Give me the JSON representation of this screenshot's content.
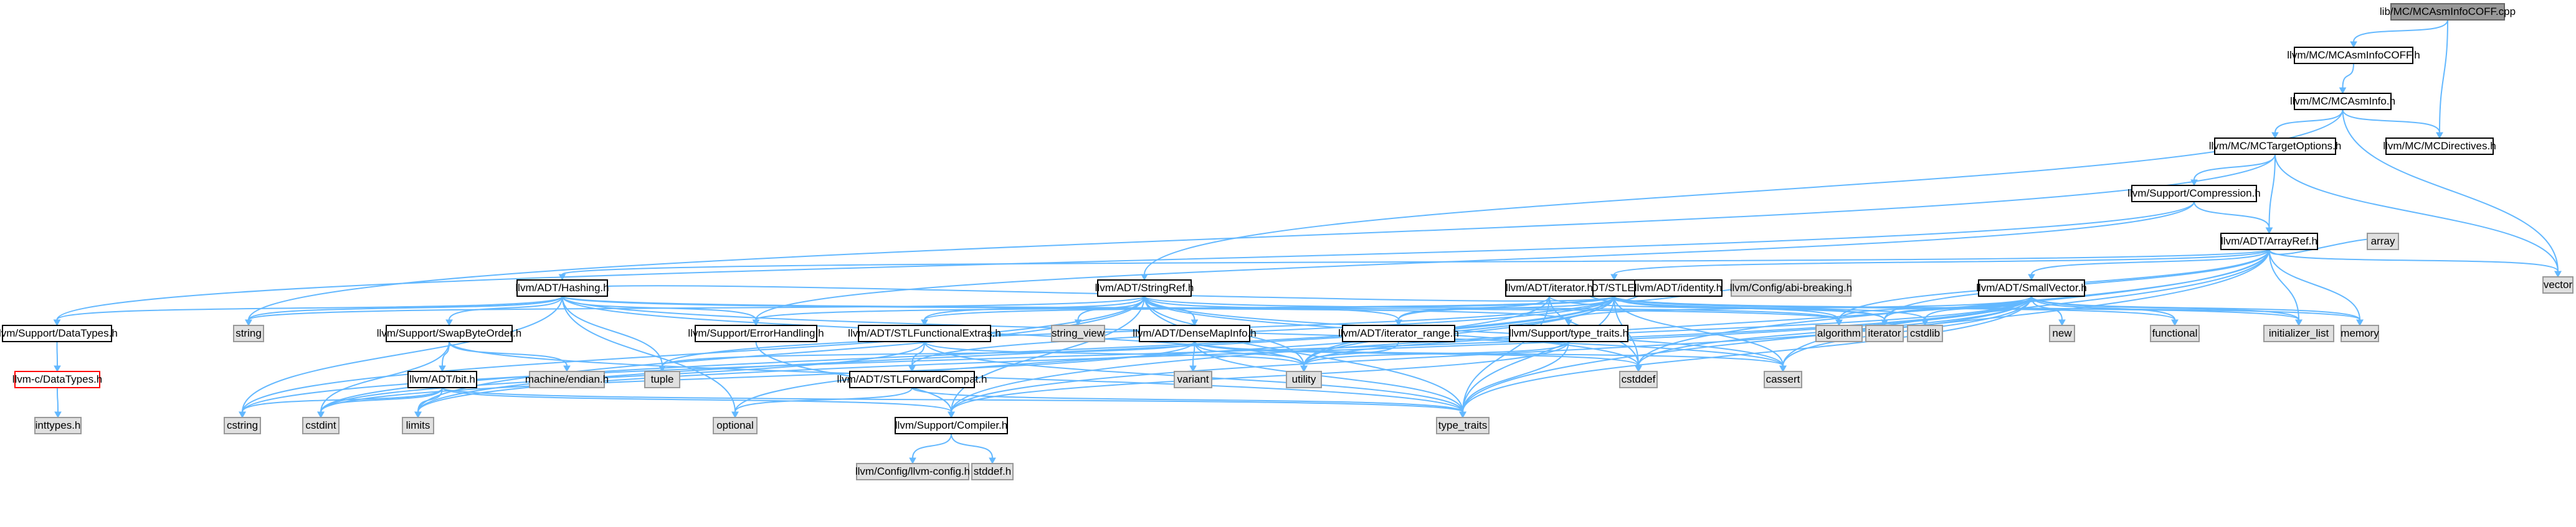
{
  "colors": {
    "root_fill": "#999999",
    "root_stroke": "#666666",
    "internal_fill": "#ffffff",
    "internal_stroke": "#000000",
    "system_fill": "#e0e0e0",
    "system_stroke": "#999999",
    "error_fill": "#ffffff",
    "error_stroke": "#ff0000",
    "edge": "#63b8ff",
    "text": "#000000"
  },
  "nodes": [
    {
      "id": "root",
      "label": "lib/MC/MCAsmInfoCOFF.cpp",
      "kind": "root"
    },
    {
      "id": "mcasminfocoff_h",
      "label": "llvm/MC/MCAsmInfoCOFF.h",
      "kind": "internal"
    },
    {
      "id": "mcasminfo_h",
      "label": "llvm/MC/MCAsmInfo.h",
      "kind": "internal"
    },
    {
      "id": "mctargetoptions_h",
      "label": "llvm/MC/MCTargetOptions.h",
      "kind": "internal"
    },
    {
      "id": "mcdirectives_h",
      "label": "llvm/MC/MCDirectives.h",
      "kind": "internal"
    },
    {
      "id": "compression_h",
      "label": "llvm/Support/Compression.h",
      "kind": "internal"
    },
    {
      "id": "arrayref_h",
      "label": "llvm/ADT/ArrayRef.h",
      "kind": "internal"
    },
    {
      "id": "stlextras_h",
      "label": "llvm/ADT/STLExtras.h",
      "kind": "internal"
    },
    {
      "id": "hashing_h",
      "label": "llvm/ADT/Hashing.h",
      "kind": "internal"
    },
    {
      "id": "stringref_h",
      "label": "llvm/ADT/StringRef.h",
      "kind": "internal"
    },
    {
      "id": "adt_iterator_h",
      "label": "llvm/ADT/iterator.h",
      "kind": "internal"
    },
    {
      "id": "identity_h",
      "label": "llvm/ADT/identity.h",
      "kind": "internal"
    },
    {
      "id": "abi_breaking_h",
      "label": "llvm/Config/abi-breaking.h",
      "kind": "system"
    },
    {
      "id": "smallvector_h",
      "label": "llvm/ADT/SmallVector.h",
      "kind": "internal"
    },
    {
      "id": "datatypes_h",
      "label": "llvm/Support/DataTypes.h",
      "kind": "internal"
    },
    {
      "id": "c_datatypes_h",
      "label": "llvm-c/DataTypes.h",
      "kind": "error"
    },
    {
      "id": "inttypes_h",
      "label": "inttypes.h",
      "kind": "system"
    },
    {
      "id": "swapbyteorder_h",
      "label": "llvm/Support/SwapByteOrder.h",
      "kind": "internal"
    },
    {
      "id": "errorhandling_h",
      "label": "llvm/Support/ErrorHandling.h",
      "kind": "internal"
    },
    {
      "id": "stlfunctionalextras_h",
      "label": "llvm/ADT/STLFunctionalExtras.h",
      "kind": "internal"
    },
    {
      "id": "densemapinfo_h",
      "label": "llvm/ADT/DenseMapInfo.h",
      "kind": "internal"
    },
    {
      "id": "iterator_range_h",
      "label": "llvm/ADT/iterator_range.h",
      "kind": "internal"
    },
    {
      "id": "type_traits_llvm_h",
      "label": "llvm/Support/type_traits.h",
      "kind": "internal"
    },
    {
      "id": "bit_h",
      "label": "llvm/ADT/bit.h",
      "kind": "internal"
    },
    {
      "id": "stlforwardcompat_h",
      "label": "llvm/ADT/STLForwardCompat.h",
      "kind": "internal"
    },
    {
      "id": "compiler_h",
      "label": "llvm/Support/Compiler.h",
      "kind": "internal"
    },
    {
      "id": "llvm_config_h",
      "label": "llvm/Config/llvm-config.h",
      "kind": "system"
    },
    {
      "id": "stddef_h",
      "label": "stddef.h",
      "kind": "system"
    },
    {
      "id": "vector",
      "label": "vector",
      "kind": "system"
    },
    {
      "id": "array",
      "label": "array",
      "kind": "system"
    },
    {
      "id": "string",
      "label": "string",
      "kind": "system"
    },
    {
      "id": "string_view",
      "label": "string_view",
      "kind": "system"
    },
    {
      "id": "machine_endian",
      "label": "machine/endian.h",
      "kind": "system"
    },
    {
      "id": "tuple",
      "label": "tuple",
      "kind": "system"
    },
    {
      "id": "optional",
      "label": "optional",
      "kind": "system"
    },
    {
      "id": "cstring",
      "label": "cstring",
      "kind": "system"
    },
    {
      "id": "cstdint",
      "label": "cstdint",
      "kind": "system"
    },
    {
      "id": "limits",
      "label": "limits",
      "kind": "system"
    },
    {
      "id": "variant",
      "label": "variant",
      "kind": "system"
    },
    {
      "id": "utility",
      "label": "utility",
      "kind": "system"
    },
    {
      "id": "cstddef",
      "label": "cstddef",
      "kind": "system"
    },
    {
      "id": "cassert",
      "label": "cassert",
      "kind": "system"
    },
    {
      "id": "type_traits",
      "label": "type_traits",
      "kind": "system"
    },
    {
      "id": "algorithm",
      "label": "algorithm",
      "kind": "system"
    },
    {
      "id": "iterator",
      "label": "iterator",
      "kind": "system"
    },
    {
      "id": "cstdlib",
      "label": "cstdlib",
      "kind": "system"
    },
    {
      "id": "new",
      "label": "new",
      "kind": "system"
    },
    {
      "id": "functional",
      "label": "functional",
      "kind": "system"
    },
    {
      "id": "initializer_list",
      "label": "initializer_list",
      "kind": "system"
    },
    {
      "id": "memory",
      "label": "memory",
      "kind": "system"
    }
  ],
  "edges": [
    [
      "root",
      "mcasminfocoff_h"
    ],
    [
      "root",
      "mcdirectives_h"
    ],
    [
      "mcasminfocoff_h",
      "mcasminfo_h"
    ],
    [
      "mcasminfo_h",
      "mctargetoptions_h"
    ],
    [
      "mcasminfo_h",
      "mcdirectives_h"
    ],
    [
      "mcasminfo_h",
      "vector"
    ],
    [
      "mcasminfo_h",
      "stringref_h"
    ],
    [
      "mctargetoptions_h",
      "compression_h"
    ],
    [
      "mctargetoptions_h",
      "arrayref_h"
    ],
    [
      "mctargetoptions_h",
      "string"
    ],
    [
      "mctargetoptions_h",
      "vector"
    ],
    [
      "compression_h",
      "arrayref_h"
    ],
    [
      "compression_h",
      "datatypes_h"
    ],
    [
      "compression_h",
      "errorhandling_h"
    ],
    [
      "arrayref_h",
      "hashing_h"
    ],
    [
      "arrayref_h",
      "smallvector_h"
    ],
    [
      "arrayref_h",
      "stlextras_h"
    ],
    [
      "arrayref_h",
      "compiler_h"
    ],
    [
      "arrayref_h",
      "algorithm"
    ],
    [
      "arrayref_h",
      "array"
    ],
    [
      "arrayref_h",
      "cassert"
    ],
    [
      "arrayref_h",
      "cstddef"
    ],
    [
      "arrayref_h",
      "initializer_list"
    ],
    [
      "arrayref_h",
      "iterator"
    ],
    [
      "arrayref_h",
      "memory"
    ],
    [
      "arrayref_h",
      "type_traits"
    ],
    [
      "arrayref_h",
      "vector"
    ],
    [
      "stlextras_h",
      "hashing_h"
    ],
    [
      "stlextras_h",
      "stlforwardcompat_h"
    ],
    [
      "stlextras_h",
      "stlfunctionalextras_h"
    ],
    [
      "stlextras_h",
      "identity_h"
    ],
    [
      "stlextras_h",
      "adt_iterator_h"
    ],
    [
      "stlextras_h",
      "iterator_range_h"
    ],
    [
      "stlextras_h",
      "abi_breaking_h"
    ],
    [
      "stlextras_h",
      "errorhandling_h"
    ],
    [
      "stlextras_h",
      "algorithm"
    ],
    [
      "stlextras_h",
      "cassert"
    ],
    [
      "stlextras_h",
      "cstddef"
    ],
    [
      "stlextras_h",
      "cstdint"
    ],
    [
      "stlextras_h",
      "cstdlib"
    ],
    [
      "stlextras_h",
      "functional"
    ],
    [
      "stlextras_h",
      "initializer_list"
    ],
    [
      "stlextras_h",
      "iterator"
    ],
    [
      "stlextras_h",
      "limits"
    ],
    [
      "stlextras_h",
      "memory"
    ],
    [
      "stlextras_h",
      "optional"
    ],
    [
      "stlextras_h",
      "tuple"
    ],
    [
      "stlextras_h",
      "type_traits"
    ],
    [
      "stlextras_h",
      "utility"
    ],
    [
      "hashing_h",
      "errorhandling_h"
    ],
    [
      "hashing_h",
      "datatypes_h"
    ],
    [
      "hashing_h",
      "swapbyteorder_h"
    ],
    [
      "hashing_h",
      "type_traits_llvm_h"
    ],
    [
      "hashing_h",
      "algorithm"
    ],
    [
      "hashing_h",
      "cassert"
    ],
    [
      "hashing_h",
      "cstring"
    ],
    [
      "hashing_h",
      "optional"
    ],
    [
      "hashing_h",
      "string"
    ],
    [
      "hashing_h",
      "tuple"
    ],
    [
      "hashing_h",
      "utility"
    ],
    [
      "stringref_h",
      "densemapinfo_h"
    ],
    [
      "stringref_h",
      "stlfunctionalextras_h"
    ],
    [
      "stringref_h",
      "iterator_range_h"
    ],
    [
      "stringref_h",
      "compiler_h"
    ],
    [
      "stringref_h",
      "algorithm"
    ],
    [
      "stringref_h",
      "cassert"
    ],
    [
      "stringref_h",
      "cstddef"
    ],
    [
      "stringref_h",
      "cstring"
    ],
    [
      "stringref_h",
      "limits"
    ],
    [
      "stringref_h",
      "string"
    ],
    [
      "stringref_h",
      "string_view"
    ],
    [
      "stringref_h",
      "type_traits"
    ],
    [
      "stringref_h",
      "utility"
    ],
    [
      "adt_iterator_h",
      "iterator_range_h"
    ],
    [
      "adt_iterator_h",
      "cstddef"
    ],
    [
      "adt_iterator_h",
      "iterator"
    ],
    [
      "adt_iterator_h",
      "type_traits"
    ],
    [
      "adt_iterator_h",
      "utility"
    ],
    [
      "smallvector_h",
      "compiler_h"
    ],
    [
      "smallvector_h",
      "type_traits_llvm_h"
    ],
    [
      "smallvector_h",
      "algorithm"
    ],
    [
      "smallvector_h",
      "cassert"
    ],
    [
      "smallvector_h",
      "cstddef"
    ],
    [
      "smallvector_h",
      "cstdlib"
    ],
    [
      "smallvector_h",
      "cstring"
    ],
    [
      "smallvector_h",
      "functional"
    ],
    [
      "smallvector_h",
      "initializer_list"
    ],
    [
      "smallvector_h",
      "iterator"
    ],
    [
      "smallvector_h",
      "limits"
    ],
    [
      "smallvector_h",
      "memory"
    ],
    [
      "smallvector_h",
      "new"
    ],
    [
      "smallvector_h",
      "type_traits"
    ],
    [
      "smallvector_h",
      "utility"
    ],
    [
      "datatypes_h",
      "c_datatypes_h"
    ],
    [
      "c_datatypes_h",
      "inttypes_h"
    ],
    [
      "swapbyteorder_h",
      "bit_h"
    ],
    [
      "swapbyteorder_h",
      "cstdint"
    ],
    [
      "swapbyteorder_h",
      "type_traits"
    ],
    [
      "swapbyteorder_h",
      "machine_endian"
    ],
    [
      "bit_h",
      "compiler_h"
    ],
    [
      "bit_h",
      "cstdint"
    ],
    [
      "bit_h",
      "limits"
    ],
    [
      "bit_h",
      "type_traits"
    ],
    [
      "bit_h",
      "cstring"
    ],
    [
      "errorhandling_h",
      "compiler_h"
    ],
    [
      "stlfunctionalextras_h",
      "stlforwardcompat_h"
    ],
    [
      "stlfunctionalextras_h",
      "cstdint"
    ],
    [
      "stlfunctionalextras_h",
      "type_traits"
    ],
    [
      "stlfunctionalextras_h",
      "utility"
    ],
    [
      "densemapinfo_h",
      "cassert"
    ],
    [
      "densemapinfo_h",
      "cstddef"
    ],
    [
      "densemapinfo_h",
      "cstdint"
    ],
    [
      "densemapinfo_h",
      "tuple"
    ],
    [
      "densemapinfo_h",
      "type_traits"
    ],
    [
      "densemapinfo_h",
      "utility"
    ],
    [
      "densemapinfo_h",
      "variant"
    ],
    [
      "iterator_range_h",
      "utility"
    ],
    [
      "type_traits_llvm_h",
      "compiler_h"
    ],
    [
      "type_traits_llvm_h",
      "type_traits"
    ],
    [
      "type_traits_llvm_h",
      "utility"
    ],
    [
      "stlforwardcompat_h",
      "optional"
    ],
    [
      "stlforwardcompat_h",
      "type_traits"
    ],
    [
      "compiler_h",
      "llvm_config_h"
    ],
    [
      "compiler_h",
      "stddef_h"
    ]
  ]
}
